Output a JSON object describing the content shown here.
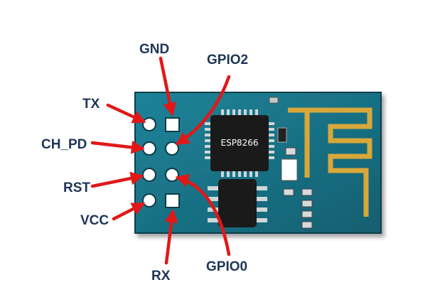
{
  "chip": {
    "label": "ESP8266"
  },
  "pins": {
    "gnd": "GND",
    "gpio2": "GPIO2",
    "tx": "TX",
    "ch_pd": "CH_PD",
    "rst": "RST",
    "vcc": "VCC",
    "rx": "RX",
    "gpio0": "GPIO0"
  },
  "colors": {
    "board": "#1a7488",
    "board_dark": "#0f4f5f",
    "antenna": "#d8a73a",
    "arrow": "#e01818",
    "label": "#1d3557",
    "ic": "#1a1a1a",
    "pad": "#ffffff"
  }
}
